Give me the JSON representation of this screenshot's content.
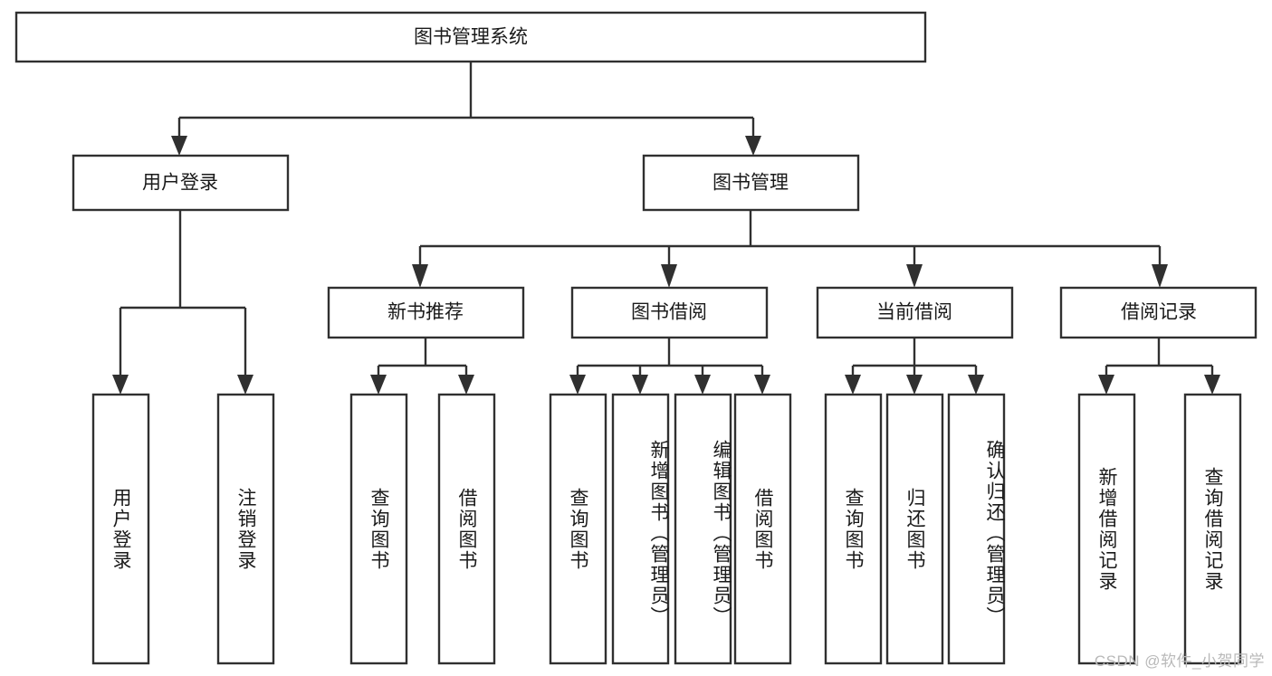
{
  "diagram": {
    "type": "tree-hierarchy",
    "title": "图书管理系统",
    "orientation": "top-down",
    "colors": {
      "box_stroke": "#303030",
      "box_fill": "#ffffff",
      "text": "#1a1a1a",
      "background": "#ffffff",
      "watermark": "#b9b9b9"
    },
    "root": {
      "label": "图书管理系统"
    },
    "level2": [
      {
        "id": "user-login",
        "label": "用户登录"
      },
      {
        "id": "book-management",
        "label": "图书管理"
      }
    ],
    "level3": [
      {
        "id": "new-book-recommend",
        "label": "新书推荐"
      },
      {
        "id": "book-borrow",
        "label": "图书借阅"
      },
      {
        "id": "current-borrow",
        "label": "当前借阅"
      },
      {
        "id": "borrow-record",
        "label": "借阅记录"
      }
    ],
    "leaves": {
      "user-login": [
        {
          "id": "leaf-user-login",
          "label": "用户登录"
        },
        {
          "id": "leaf-logout-login",
          "label": "注销登录"
        }
      ],
      "new-book-recommend": [
        {
          "id": "leaf-query-book-1",
          "label": "查询图书"
        },
        {
          "id": "leaf-borrow-book-1",
          "label": "借阅图书"
        }
      ],
      "book-borrow": [
        {
          "id": "leaf-query-book-2",
          "label": "查询图书"
        },
        {
          "id": "leaf-add-book-admin",
          "label": "新增图书（管理员）"
        },
        {
          "id": "leaf-edit-book-admin",
          "label": "编辑图书（管理员）"
        },
        {
          "id": "leaf-borrow-book-2",
          "label": "借阅图书"
        }
      ],
      "current-borrow": [
        {
          "id": "leaf-query-book-3",
          "label": "查询图书"
        },
        {
          "id": "leaf-return-book",
          "label": "归还图书"
        },
        {
          "id": "leaf-confirm-return-admin",
          "label": "确认归还（管理员）"
        }
      ],
      "borrow-record": [
        {
          "id": "leaf-add-borrow-record",
          "label": "新增借阅记录"
        },
        {
          "id": "leaf-query-borrow-record",
          "label": "查询借阅记录"
        }
      ]
    }
  },
  "watermark": {
    "text": "CSDN @软件_小贺同学"
  }
}
